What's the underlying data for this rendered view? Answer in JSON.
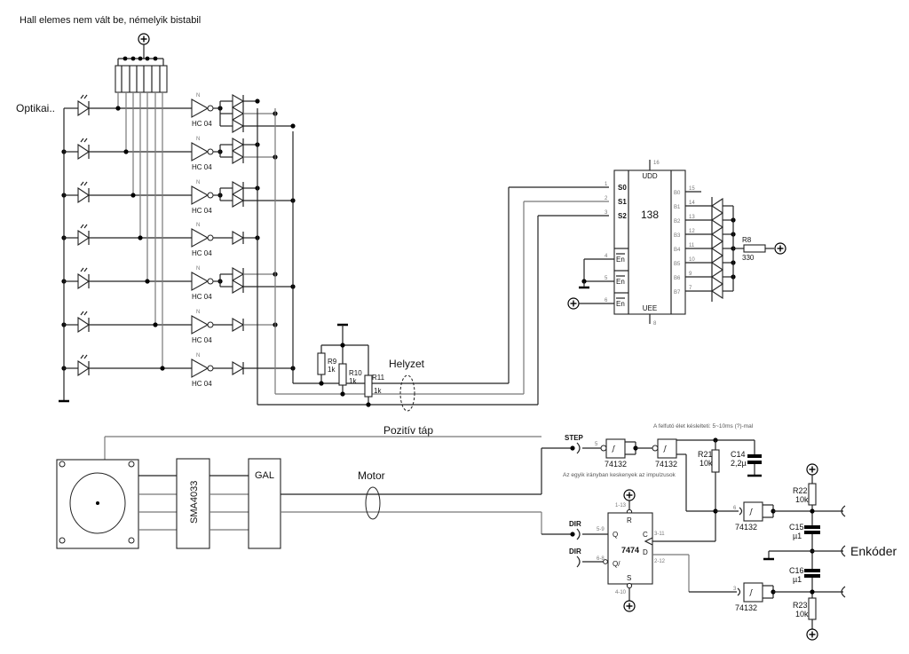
{
  "title": "Hall elemes nem vált be, némelyik bistabil",
  "labels": {
    "optical": "Optikai..",
    "position_bus": "Helyzet",
    "positive_supply": "Pozitív táp",
    "motor_bus": "Motor",
    "encoder": "Enkóder",
    "step": "STEP",
    "dir_q": "DIR",
    "dir_qn": "DIR",
    "note_delay": "A felfutó élet késlelteti: 5~10ms (?)-mal",
    "note_narrow": "Az egyik irányban keskenyek az impulzusok",
    "plus": "+"
  },
  "inverters": [
    {
      "type": "N",
      "part": "HC 04"
    },
    {
      "type": "N",
      "part": "HC 04"
    },
    {
      "type": "N",
      "part": "HC 04"
    },
    {
      "type": "N",
      "part": "HC 04"
    },
    {
      "type": "N",
      "part": "HC 04"
    },
    {
      "type": "N",
      "part": "HC 04"
    },
    {
      "type": "N",
      "part": "HC 04"
    }
  ],
  "resistors": {
    "r9": {
      "name": "R9",
      "value": "1k"
    },
    "r10": {
      "name": "R10",
      "value": "1k"
    },
    "r11": {
      "name": "R11",
      "value": "1k"
    },
    "r8": {
      "name": "R8",
      "value": "330"
    },
    "r21": {
      "name": "R21",
      "value": "10k"
    },
    "r22": {
      "name": "R22",
      "value": "10k"
    },
    "r23": {
      "name": "R23",
      "value": "10k"
    }
  },
  "capacitors": {
    "c14": {
      "name": "C14",
      "value": "2,2µ"
    },
    "c15": {
      "name": "C15",
      "value": "µ1"
    },
    "c16": {
      "name": "C16",
      "value": "µ1"
    }
  },
  "decoder": {
    "part": "138",
    "udd": "UDD",
    "udd_pin": "16",
    "uee": "UEE",
    "uee_pin": "8",
    "inputs": [
      {
        "label": "S0",
        "pin": "1"
      },
      {
        "label": "S1",
        "pin": "2"
      },
      {
        "label": "S2",
        "pin": "3"
      }
    ],
    "enables": [
      {
        "label": "En",
        "pin": "4"
      },
      {
        "label": "En",
        "pin": "5"
      },
      {
        "label": "En",
        "pin": "6"
      }
    ],
    "outputs": [
      {
        "label": "B0",
        "pin": "15"
      },
      {
        "label": "B1",
        "pin": "14"
      },
      {
        "label": "B2",
        "pin": "13"
      },
      {
        "label": "B3",
        "pin": "12"
      },
      {
        "label": "B4",
        "pin": "11"
      },
      {
        "label": "B5",
        "pin": "10"
      },
      {
        "label": "B6",
        "pin": "9"
      },
      {
        "label": "B7",
        "pin": "7"
      }
    ]
  },
  "motor_chain": {
    "driver": "SMA4033",
    "logic": "GAL"
  },
  "schmitt": [
    {
      "part": "74132",
      "pin": "5"
    },
    {
      "part": "74132",
      "pin": ""
    },
    {
      "part": "74132",
      "pin": "6"
    },
    {
      "part": "74132",
      "pin": "3"
    }
  ],
  "flipflop": {
    "part": "7474",
    "r": "R",
    "r_pin": "1-13",
    "s": "S",
    "s_pin": "4-10",
    "q": "Q",
    "q_pin": "5-9",
    "qn": "Q/",
    "qn_pin": "6-8",
    "c": "C",
    "c_pin": "3-11",
    "d": "D",
    "d_pin": "2-12"
  }
}
